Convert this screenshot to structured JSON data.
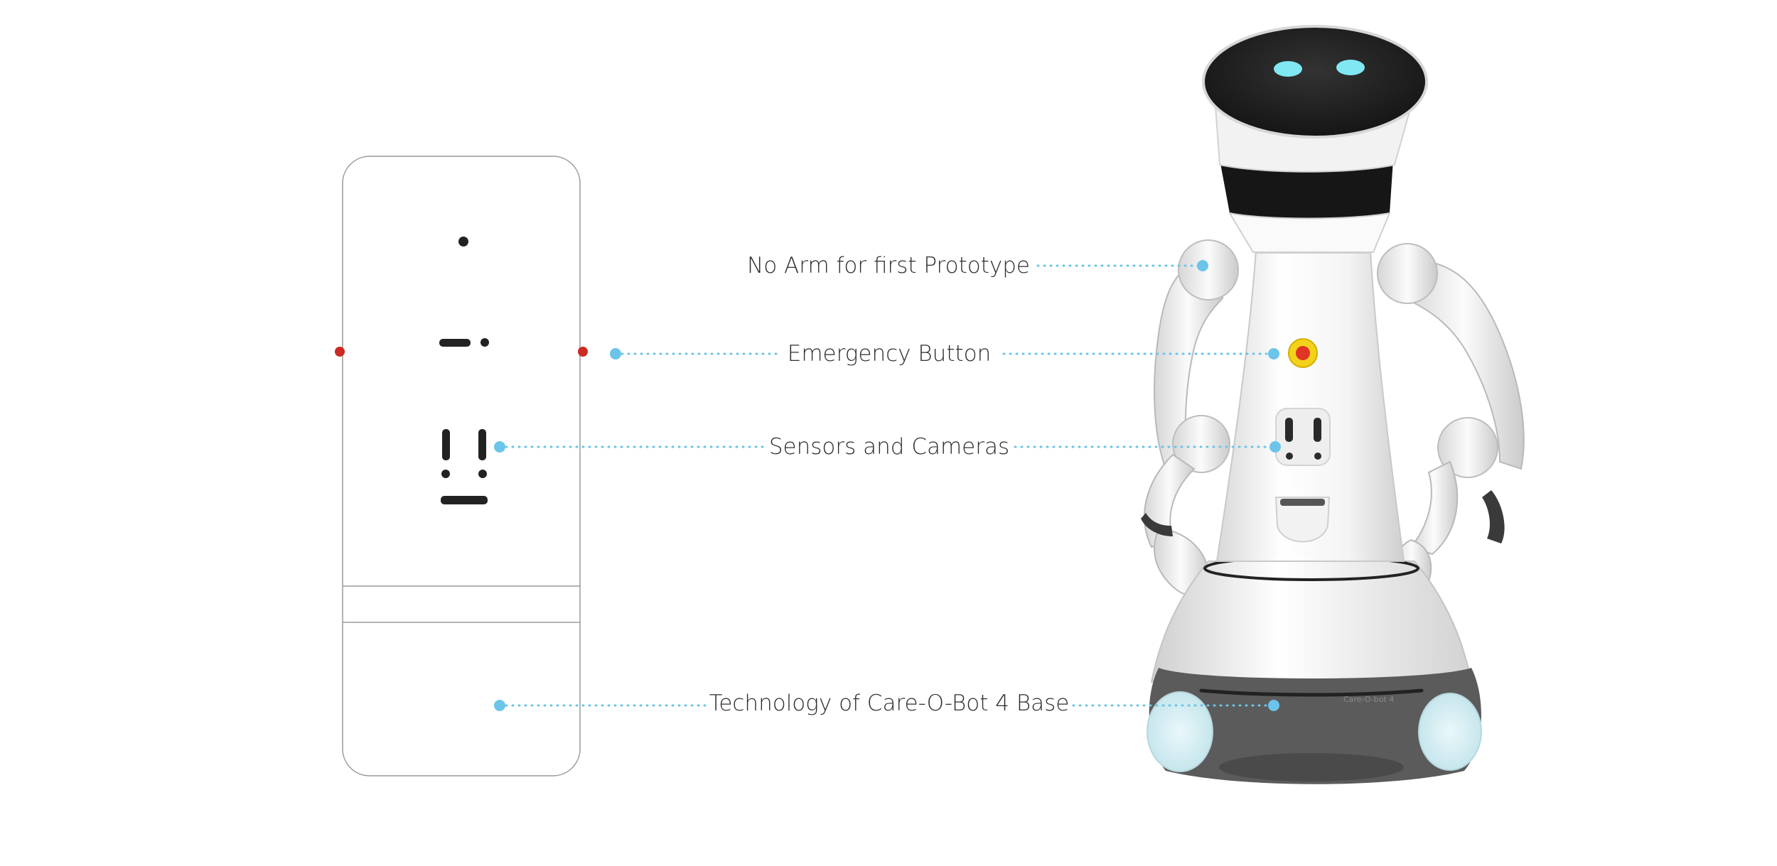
{
  "callouts": {
    "arm": {
      "label": "No Arm for first Prototype"
    },
    "emergency": {
      "label": "Emergency Button"
    },
    "sensors": {
      "label": "Sensors and Cameras"
    },
    "base": {
      "label": "Technology of Care-O-Bot 4 Base"
    }
  },
  "robot": {
    "badge_text": "Care-O-bot 4"
  },
  "colors": {
    "leader_line": "#6cc4ea",
    "emergency_red": "#e03524",
    "emergency_yellow": "#f4d21c",
    "eye_cyan": "#7fe8f2",
    "outline": "#9a9a9a",
    "dark": "#1f1f1f"
  }
}
